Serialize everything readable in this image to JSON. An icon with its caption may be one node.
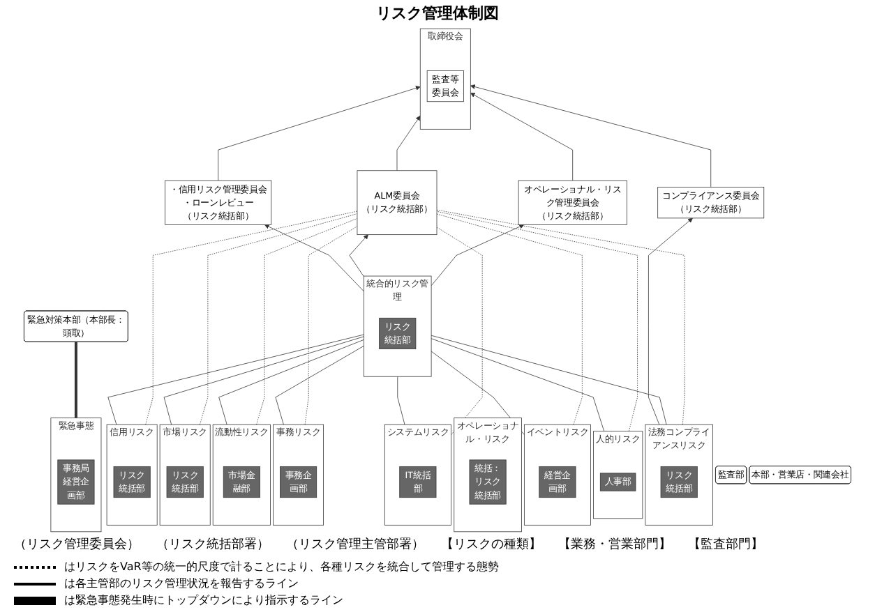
{
  "diagram": {
    "title": "リスク管理体制図",
    "nodes": [
      {
        "text": [
          "取締役会"
        ]
      },
      {
        "text": [
          "監査等委員会"
        ],
        "in": 0
      },
      {
        "text": [
          "緊急対策本部（本部長：頭取）"
        ]
      },
      {
        "text": [
          "・信用リスク管理委員会",
          "・ローンレビュー",
          "（リスク統括部）"
        ]
      },
      {
        "text": [
          "ALM委員会",
          "（リスク統括部）"
        ]
      },
      {
        "text": [
          "オペレーショナル・リスク管理委員会",
          "（リスク統括部）"
        ]
      },
      {
        "text": [
          "コンプライアンス委員会",
          "（リスク統括部）"
        ]
      },
      {
        "text": [
          "統合的リスク管理"
        ]
      },
      {
        "text": [
          "リスク統括部"
        ],
        "in": 7
      },
      {
        "text": [
          "監査部"
        ]
      },
      {
        "text": [
          "信用リスク"
        ]
      },
      {
        "text": [
          "リスク統括部"
        ],
        "in": 10
      },
      {
        "text": [
          "市場リスク"
        ]
      },
      {
        "text": [
          "リスク統括部"
        ],
        "in": 12
      },
      {
        "text": [
          "流動性リスク"
        ]
      },
      {
        "text": [
          "市場金融部"
        ],
        "in": 14
      },
      {
        "text": [
          "オペレーショナル・リスク"
        ]
      },
      {
        "text": [
          "統括：リスク統括部"
        ],
        "in": 16
      },
      {
        "text": [
          "事務リスク"
        ]
      },
      {
        "text": [
          "事務企画部"
        ],
        "in": 18
      },
      {
        "text": [
          "システムリスク"
        ]
      },
      {
        "text": [
          "IT統括部"
        ],
        "in": 20
      },
      {
        "text": [
          "イベントリスク"
        ]
      },
      {
        "text": [
          "経営企画部"
        ],
        "in": 22
      },
      {
        "text": [
          "人的リスク"
        ]
      },
      {
        "text": [
          "人事部"
        ],
        "in": 24
      },
      {
        "text": [
          "法務コンプライアンスリスク"
        ]
      },
      {
        "text": [
          "リスク統括部"
        ],
        "in": 26
      },
      {
        "text": [
          "緊急事態"
        ]
      },
      {
        "text": [
          "事務局経営企画部"
        ],
        "in": 28
      },
      {
        "text": [
          "本部・営業店・関連会社"
        ]
      }
    ],
    "edges": [
      {
        "from": 3,
        "to": 0,
        "arrow": "to"
      },
      {
        "from": 4,
        "to": 0,
        "arrow": "to"
      },
      {
        "from": 5,
        "to": 0,
        "arrow": "to"
      },
      {
        "from": 6,
        "to": 0,
        "arrow": "to"
      },
      {
        "from": 7,
        "to": 3,
        "arrow": "to"
      },
      {
        "from": 7,
        "to": 4,
        "arrow": "to"
      },
      {
        "from": 7,
        "to": 5,
        "arrow": "to"
      },
      {
        "from": 26,
        "to": 6,
        "arrow": "to"
      },
      {
        "from": 10,
        "to": 7,
        "arrow": "none"
      },
      {
        "from": 12,
        "to": 7,
        "arrow": "none"
      },
      {
        "from": 14,
        "to": 7,
        "arrow": "none"
      },
      {
        "from": 18,
        "to": 7,
        "arrow": "none"
      },
      {
        "from": 20,
        "to": 7,
        "arrow": "none"
      },
      {
        "from": 22,
        "to": 7,
        "arrow": "none"
      },
      {
        "from": 24,
        "to": 7,
        "arrow": "none"
      },
      {
        "from": 26,
        "to": 7,
        "arrow": "none"
      },
      {
        "from": 10,
        "to": 4,
        "arrow": "none",
        "style": "dashed"
      },
      {
        "from": 12,
        "to": 4,
        "arrow": "none",
        "style": "dashed"
      },
      {
        "from": 14,
        "to": 4,
        "arrow": "none",
        "style": "dashed"
      },
      {
        "from": 18,
        "to": 4,
        "arrow": "none",
        "style": "dashed"
      },
      {
        "from": 20,
        "to": 4,
        "arrow": "none",
        "style": "dashed"
      },
      {
        "from": 22,
        "to": 4,
        "arrow": "none",
        "style": "dashed"
      },
      {
        "from": 24,
        "to": 4,
        "arrow": "none",
        "style": "dashed"
      },
      {
        "from": 26,
        "to": 4,
        "arrow": "none",
        "style": "dashed"
      },
      {
        "from": 2,
        "to": 28,
        "arrow": "none",
        "style": "thick"
      }
    ],
    "labels": [
      "（リスク管理委員会）",
      "（リスク統括部署）",
      "（リスク管理主管部署）",
      "【リスクの種類】",
      "【業務・営業部門】",
      "【監査部門】"
    ],
    "legend": [
      {
        "text": "はリスクをVaR等の統一的尺度で計ることにより、各種リスクを統合して管理する態勢"
      },
      {
        "text": "は各主管部のリスク管理状況を報告するライン"
      },
      {
        "text": "は緊急事態発生時にトップダウンにより指示するライン"
      }
    ]
  }
}
